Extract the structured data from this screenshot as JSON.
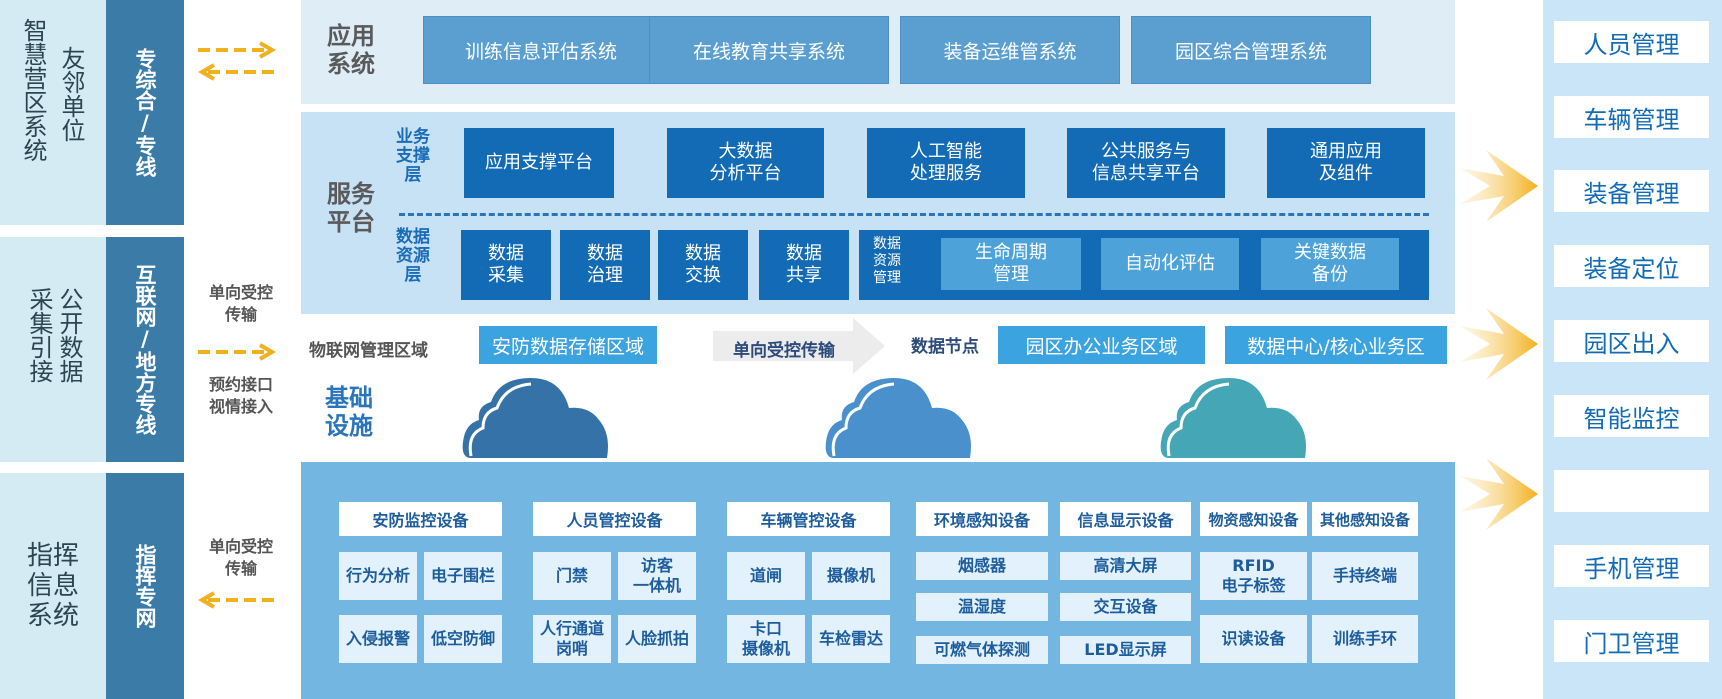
{
  "left": {
    "groups": [
      {
        "cols": [
          "智慧营区系统",
          "友邻单位"
        ],
        "network": "专综合/专线",
        "link": {
          "labels": [],
          "direction": "both"
        }
      },
      {
        "cols": [
          "采集引接",
          "公开数据"
        ],
        "network": "互联网/地方专线",
        "link": {
          "labels": [
            "单向受控传输",
            "预约接口视情接入"
          ],
          "direction": "right"
        }
      },
      {
        "cols": [
          "指挥信息系统"
        ],
        "network": "指挥专网",
        "link": {
          "labels": [
            "单向受控传输"
          ],
          "direction": "left"
        }
      }
    ]
  },
  "app_layer": {
    "title": "应用系统",
    "systems": [
      "训练信息评估系统",
      "在线教育共享系统",
      "装备运维管系统",
      "园区综合管理系统"
    ]
  },
  "service_layer": {
    "title": "服务平台",
    "business_support": {
      "title": "业务支撑层",
      "items": [
        "应用支撑平台",
        "大数据\n分析平台",
        "人工智能\n处理服务",
        "公共服务与\n信息共享平台",
        "通用应用\n及组件"
      ]
    },
    "data_resource": {
      "title": "数据资源层",
      "items": [
        "数据\n采集",
        "数据\n治理",
        "数据\n交换",
        "数据\n共享"
      ],
      "management": {
        "label": "数据资源管理",
        "items": [
          "生命周期\n管理",
          "自动化评估",
          "关键数据\n备份"
        ]
      }
    }
  },
  "infra_layer": {
    "title": "基础设施",
    "iot_zone_label": "物联网管理区域",
    "security_storage": "安防数据存储区域",
    "transfer_label": "单向受控传输",
    "data_node_label": "数据节点",
    "office_zone": "园区办公业务区域",
    "core_zone": "数据中心/核心业务区",
    "clouds": [
      {
        "name": "iot-cloud",
        "color": "#3572a7"
      },
      {
        "name": "data-node-cloud",
        "color": "#4a90cc"
      },
      {
        "name": "core-cloud",
        "color": "#45a6b5"
      }
    ]
  },
  "device_layer": {
    "categories": [
      {
        "name": "安防监控设备",
        "devices": [
          "行为分析",
          "电子围栏",
          "入侵报警",
          "低空防御"
        ]
      },
      {
        "name": "人员管控设备",
        "devices": [
          "门禁",
          "访客\n一体机",
          "人行通道\n岗哨",
          "人脸抓拍"
        ]
      },
      {
        "name": "车辆管控设备",
        "devices": [
          "道闸",
          "摄像机",
          "卡口\n摄像机",
          "车检雷达"
        ]
      },
      {
        "name": "环境感知设备",
        "devices": [
          "烟感器",
          "温湿度",
          "可燃气体探测"
        ]
      },
      {
        "name": "信息显示设备",
        "devices": [
          "高清大屏",
          "交互设备",
          "LED显示屏"
        ]
      },
      {
        "name": "物资感知设备",
        "devices": [
          "RFID\n电子标签",
          "识读设备"
        ]
      },
      {
        "name": "其他感知设备",
        "devices": [
          "手持终端",
          "训练手环"
        ]
      }
    ]
  },
  "right_functions": [
    "人员管理",
    "车辆管理",
    "装备管理",
    "装备定位",
    "园区出入",
    "智能监控",
    "",
    "手机管理",
    "门卫管理"
  ],
  "colors": {
    "accent_yellow": "#f2b01e",
    "dark_blue": "#136bb5",
    "network_blue": "#3b7ba8"
  }
}
